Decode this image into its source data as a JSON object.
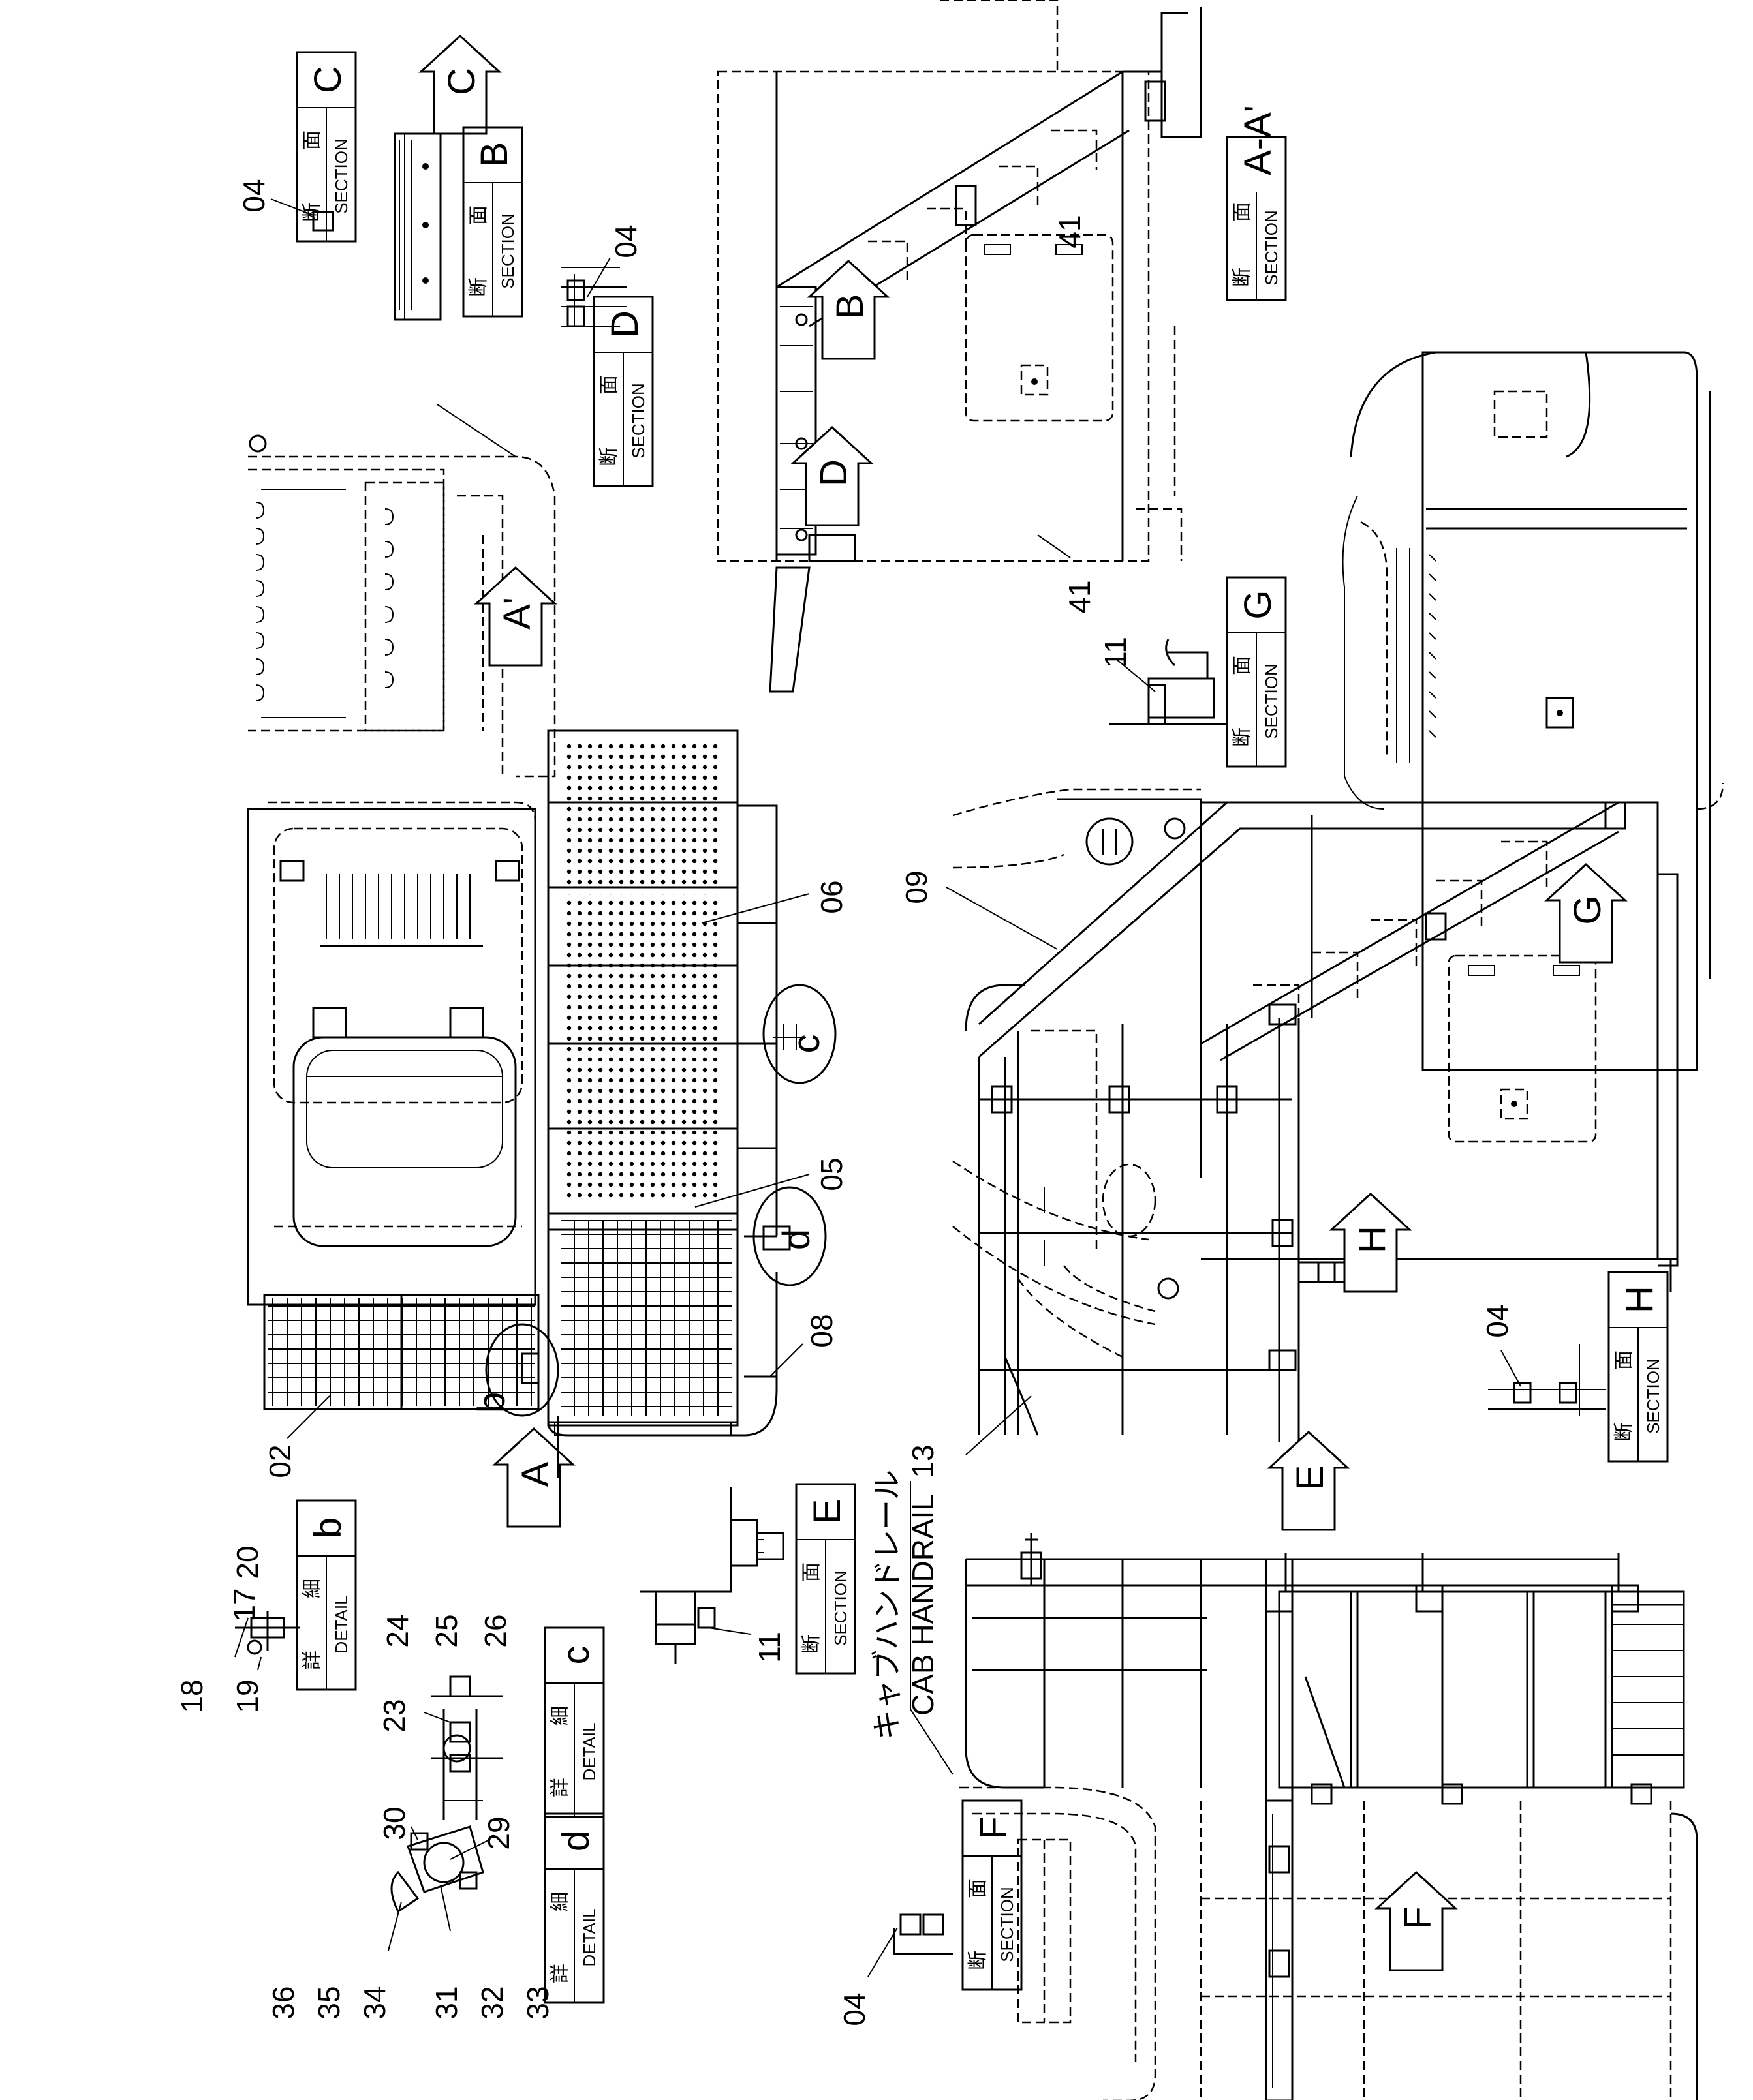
{
  "labels": {
    "section": "SECTION",
    "detail": "DETAIL",
    "kanji_dan": "断",
    "kanji_men": "面",
    "kanji_shou": "詳",
    "kanji_sai": "細",
    "cab_handrail_en": "CAB HANDRAIL",
    "cab_handrail_jp": "キャブハンドレール"
  },
  "views": {
    "section_c": "C",
    "section_b": "B",
    "section_d": "D",
    "section_aa": "A-A'",
    "section_g": "G",
    "section_e": "E",
    "section_h": "H",
    "section_f": "F",
    "detail_b": "b",
    "detail_c": "c",
    "detail_d": "d"
  },
  "arrows": {
    "c": "C",
    "b": "B",
    "d": "D",
    "a_prime": "A'",
    "a": "A",
    "g": "G",
    "h": "H",
    "e": "E",
    "f": "F"
  },
  "circles": {
    "b": "b",
    "c": "c",
    "d": "d"
  },
  "parts": {
    "p04": "04",
    "p02": "02",
    "p05": "05",
    "p06": "06",
    "p08": "08",
    "p09": "09",
    "p11": "11",
    "p13": "13",
    "p17": "17",
    "p18": "18",
    "p19": "19",
    "p20": "20",
    "p23": "23",
    "p24": "24",
    "p25": "25",
    "p26": "26",
    "p29": "29",
    "p30": "30",
    "p31": "31",
    "p32": "32",
    "p33": "33",
    "p34": "34",
    "p35": "35",
    "p36": "36",
    "p41": "41"
  }
}
